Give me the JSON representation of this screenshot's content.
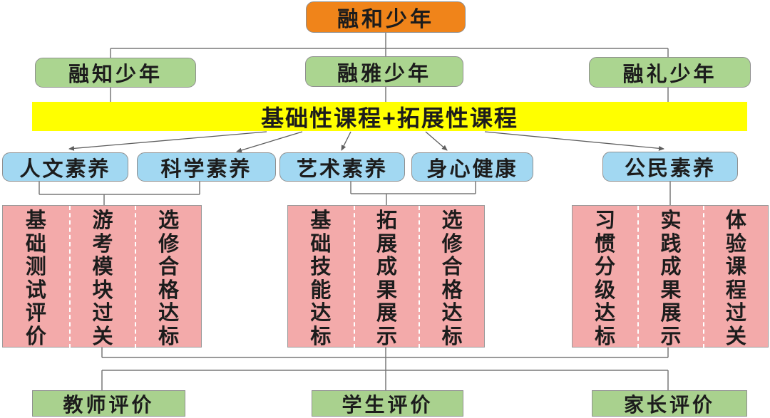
{
  "diagram": {
    "root": {
      "label": "融和少年"
    },
    "level2": [
      {
        "label": "融知少年"
      },
      {
        "label": "融雅少年"
      },
      {
        "label": "融礼少年"
      }
    ],
    "banner": {
      "label": "基础性课程+拓展性课程"
    },
    "domains": [
      {
        "label": "人文素养"
      },
      {
        "label": "科学素养"
      },
      {
        "label": "艺术素养"
      },
      {
        "label": "身心健康"
      },
      {
        "label": "公民素养"
      }
    ],
    "criteria_groups": [
      {
        "columns": [
          {
            "text": "基础测试评价"
          },
          {
            "text": "游考模块过关"
          },
          {
            "text": "选修合格达标"
          }
        ]
      },
      {
        "columns": [
          {
            "text": "基础技能达标"
          },
          {
            "text": "拓展成果展示"
          },
          {
            "text": "选修合格达标"
          }
        ]
      },
      {
        "columns": [
          {
            "text": "习惯分级达标"
          },
          {
            "text": "实践成果展示"
          },
          {
            "text": "体验课程过关"
          }
        ]
      }
    ],
    "evaluators": [
      {
        "label": "教师评价"
      },
      {
        "label": "学生评价"
      },
      {
        "label": "家长评价"
      }
    ],
    "colors": {
      "root_bg": "#F0841A",
      "level2_bg": "#ABD590",
      "banner_bg": "#FFFF00",
      "domain_bg": "#A2D8F2",
      "criteria_bg": "#F3AAAA",
      "evaluator_bg": "#A9D18E",
      "connector_line": "#787878"
    }
  }
}
